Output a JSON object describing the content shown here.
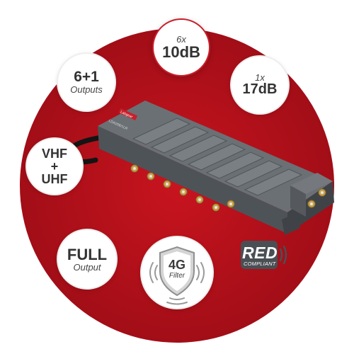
{
  "colors": {
    "background_circle": "#b5121b",
    "device_body": "#5a5f63",
    "brand_label": "#c8202b"
  },
  "features": {
    "gain_outputs": {
      "line1": "6x",
      "line2": "10dB"
    },
    "outputs": {
      "line1": "6+1",
      "line2": "Outputs"
    },
    "gain_extra": {
      "line1": "1x",
      "line2": "17dB"
    },
    "bands": {
      "line1": "VHF",
      "line2": "+",
      "line3": "UHF"
    },
    "output_level": {
      "line1": "FULL",
      "line2": "Output"
    },
    "filter": {
      "line1": "4G",
      "line2": "Filter",
      "icon": "shield-icon"
    }
  },
  "badge": {
    "word": "RED",
    "sub": "COMPLIANT",
    "icon": "signal-waves-icon"
  },
  "device": {
    "brand": "Labgear",
    "model": "LDA206/1LR"
  }
}
